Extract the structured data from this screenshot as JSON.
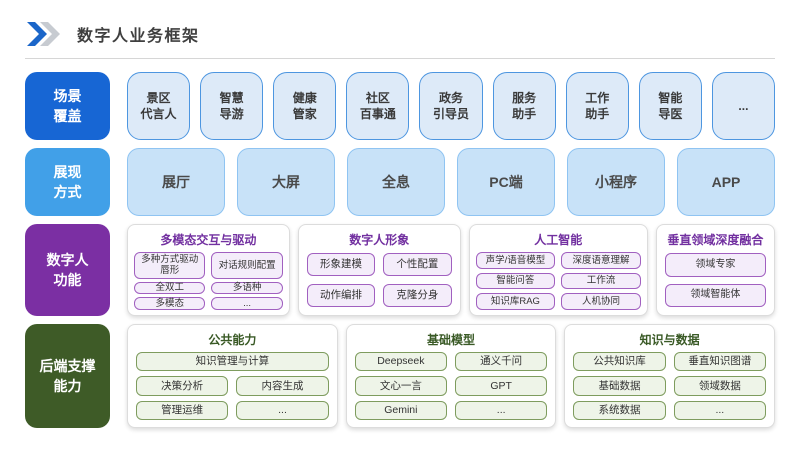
{
  "title": "数字人业务框架",
  "scene_row": {
    "label": "场景\n覆盖",
    "items": [
      "景区\n代言人",
      "智慧\n导游",
      "健康\n管家",
      "社区\n百事通",
      "政务\n引导员",
      "服务\n助手",
      "工作\n助手",
      "智能\n导医",
      "..."
    ]
  },
  "display_row": {
    "label": "展现\n方式",
    "items": [
      "展厅",
      "大屏",
      "全息",
      "PC端",
      "小程序",
      "APP"
    ]
  },
  "function_row": {
    "label": "数字人\n功能",
    "groups": [
      {
        "title": "多模态交互与驱动",
        "items": [
          "多种方式驱动唇形",
          "对话规则配置",
          "全双工",
          "多语种",
          "多模态",
          "..."
        ]
      },
      {
        "title": "数字人形象",
        "items": [
          "形象建模",
          "个性配置",
          "动作编排",
          "克隆分身"
        ]
      },
      {
        "title": "人工智能",
        "items": [
          "声学/语音模型",
          "深度语意理解",
          "智能问答",
          "工作流",
          "知识库RAG",
          "人机协同"
        ]
      },
      {
        "title": "垂直领域深度融合",
        "items": [
          "领域专家",
          "领域智能体"
        ]
      }
    ]
  },
  "backend_row": {
    "label": "后端支撑\n能力",
    "groups": [
      {
        "title": "公共能力",
        "items": [
          "知识管理与计算",
          "决策分析",
          "内容生成",
          "管理运维",
          "..."
        ]
      },
      {
        "title": "基础模型",
        "items": [
          "Deepseek",
          "通义千问",
          "文心一言",
          "GPT",
          "Gemini",
          "..."
        ]
      },
      {
        "title": "知识与数据",
        "items": [
          "公共知识库",
          "垂直知识图谱",
          "基础数据",
          "领域数据",
          "系统数据",
          "..."
        ]
      }
    ]
  },
  "colors": {
    "scene_label_bg": "#1766D4",
    "display_label_bg": "#41A0E8",
    "function_label_bg": "#7B2FA3",
    "backend_label_bg": "#3E5B27",
    "scene_item_bg": "#DDEAF8",
    "scene_item_border": "#4D96E0",
    "display_item_bg": "#C8E2F8",
    "display_item_border": "#8FC4F2",
    "purple_item_bg": "#F4EDFA",
    "purple_item_border": "#A160C0",
    "purple_title": "#7230A0",
    "green_item_bg": "#EEF4E8",
    "green_item_border": "#7E9C5E",
    "green_title": "#3A5A26",
    "chevron_blue": "#1B66C9",
    "chevron_gray": "#C7CBD1"
  }
}
